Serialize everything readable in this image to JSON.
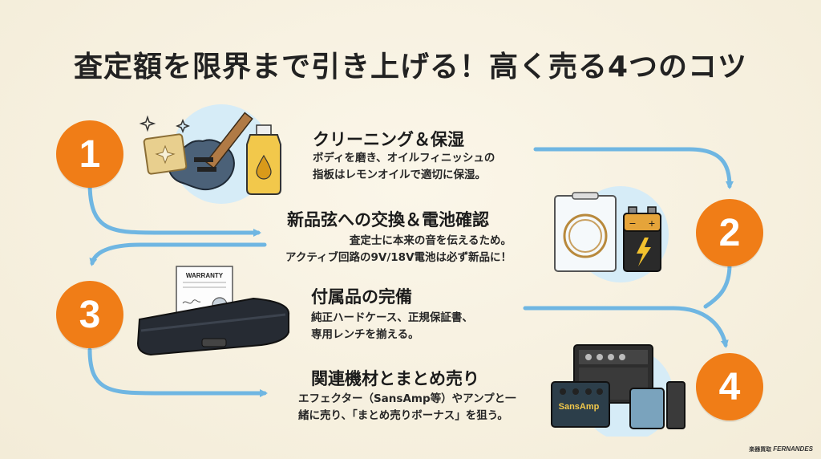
{
  "title": "査定額を限界まで引き上げる！高く売る4つのコツ",
  "tips": [
    {
      "number": "1",
      "title": "クリーニング＆保湿",
      "description": "ボディを磨き、オイルフィニッシュの\n指板はレモンオイルで適切に保湿。"
    },
    {
      "number": "2",
      "title": "新品弦への交換＆電池確認",
      "description": "査定士に本来の音を伝えるため。\nアクティブ回路の9V/18V電池は必ず新品に！"
    },
    {
      "number": "3",
      "title": "付属品の完備",
      "description": "純正ハードケース、正規保証書、\n専用レンチを揃える。"
    },
    {
      "number": "4",
      "title": "関連機材とまとめ売り",
      "description": "エフェクター（SansAmp等）やアンプと一\n緒に売り、「まとめ売りボーナス」を狙う。"
    }
  ],
  "illustrations": {
    "warranty_label": "WARRANTY",
    "pedal_label": "SansAmp",
    "battery_plus": "+",
    "battery_minus": "−"
  },
  "brand": {
    "prefix": "楽器買取",
    "name": "FERNANDES"
  },
  "colors": {
    "accent": "#f07d17",
    "arrow": "#6fb6e2",
    "background": "#f7f1e1",
    "circle_bg": "#d6ecf7"
  }
}
